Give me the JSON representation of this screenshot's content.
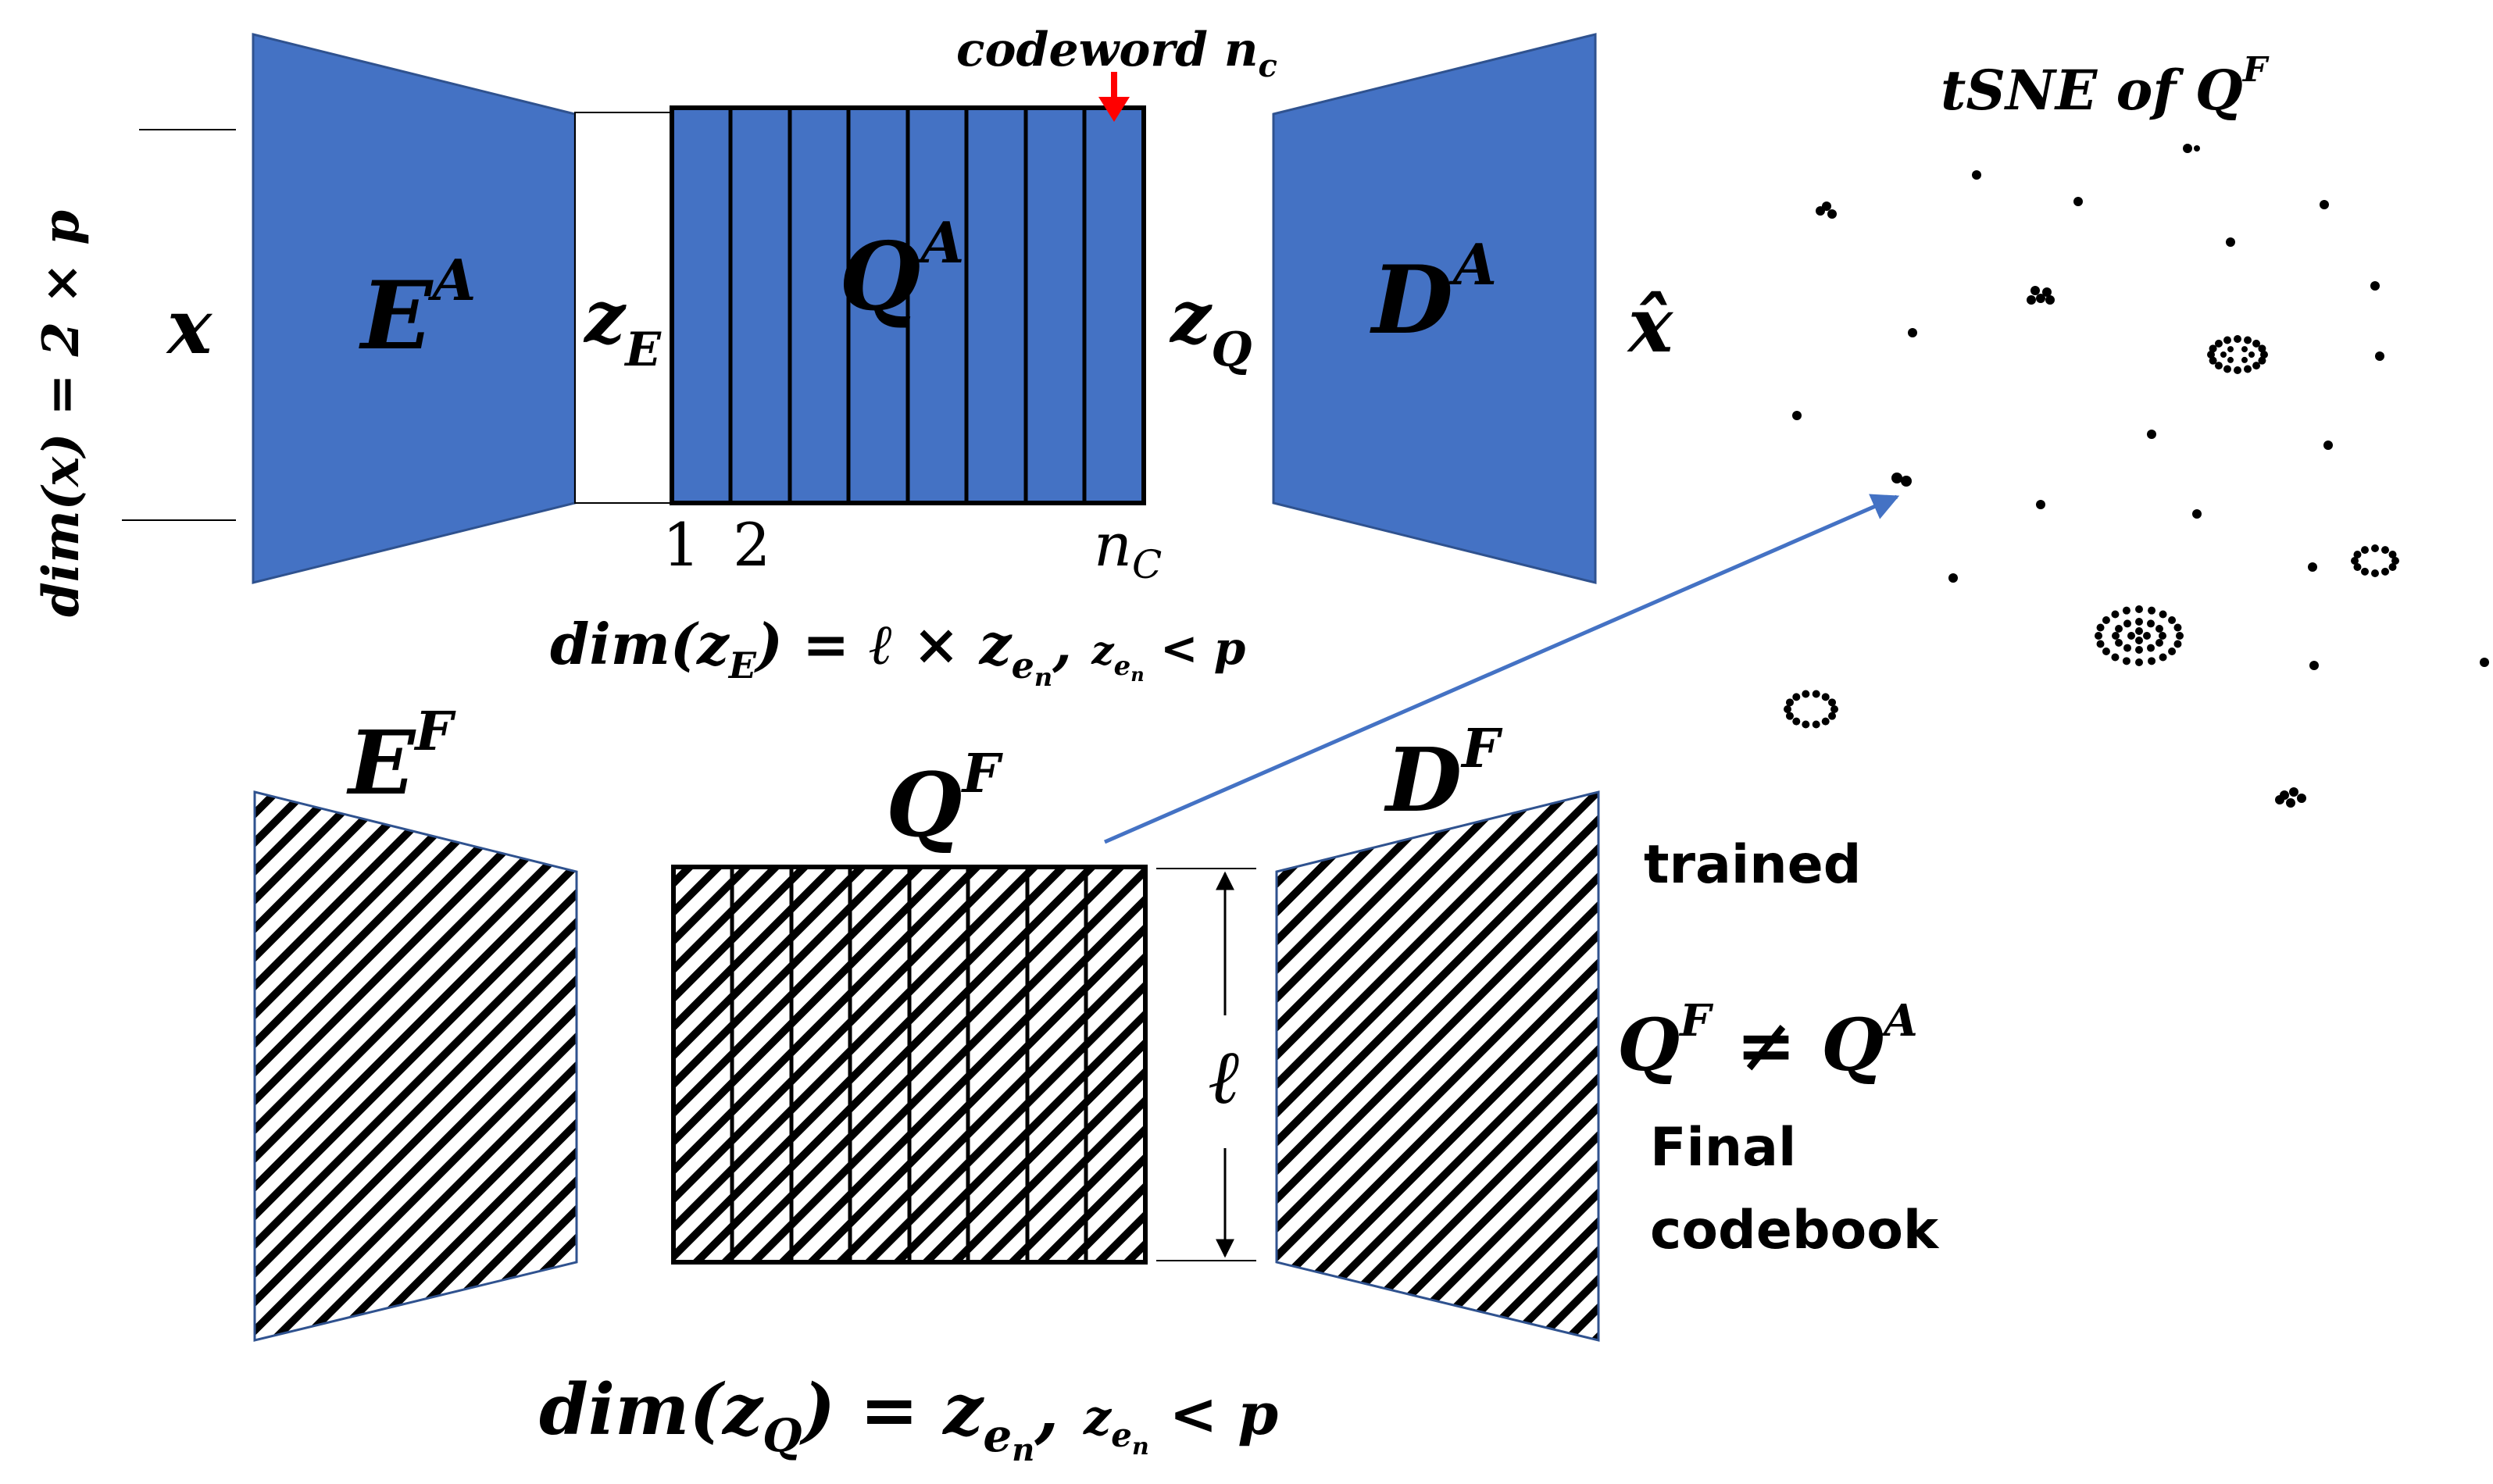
{
  "colors": {
    "block_fill": "#4472c4",
    "block_stroke": "#2f528f",
    "arrow_blue": "#4472c4",
    "marker_red": "#ff0000",
    "ink": "#000000"
  },
  "top": {
    "input": {
      "symbol": "x"
    },
    "input_dim": {
      "prefix": "dim(x) = 2 × ",
      "var": "p"
    },
    "encoder": {
      "base": "E",
      "sup": "A"
    },
    "latent_e": {
      "base": "z",
      "sub": "E"
    },
    "quantizer": {
      "base": "Q",
      "sup": "A"
    },
    "codeword_marker": {
      "label": "codeword ",
      "var": "n",
      "sub": "c"
    },
    "column_labels": {
      "first": "1",
      "second": "2",
      "last_base": "n",
      "last_sub": "C"
    },
    "latent_q": {
      "base": "z",
      "sub": "Q"
    },
    "decoder": {
      "base": "D",
      "sup": "A"
    },
    "output": {
      "symbol": "x̂"
    },
    "latent_dim": {
      "lhs_func": "dim(",
      "lhs_base": "z",
      "lhs_sub": "E",
      "lhs_close": ")",
      "mid": " = ℓ × ",
      "rhs_base": "z",
      "rhs_sub": "e",
      "rhs_subsub": "n",
      "comma": ", ",
      "small_base": "z",
      "small_sub": "e",
      "small_subsub": "n",
      "ineq": " < ",
      "ineq_var": "p"
    }
  },
  "bottom": {
    "encoder": {
      "base": "E",
      "sup": "F"
    },
    "quantizer": {
      "base": "Q",
      "sup": "F"
    },
    "decoder": {
      "base": "D",
      "sup": "F"
    },
    "height_label": "ℓ",
    "legend_trained": "trained",
    "inequality": {
      "left_base": "Q",
      "left_sup": "F",
      "op": " ≠ ",
      "right_base": "Q",
      "right_sup": "A"
    },
    "final_line1": "Final",
    "final_line2": "codebook",
    "quant_dim": {
      "lhs_func": "dim(",
      "lhs_base": "z",
      "lhs_sub": "Q",
      "lhs_close": ")",
      "mid": " = ",
      "rhs_base": "z",
      "rhs_sub": "e",
      "rhs_subsub": "n",
      "comma": ", ",
      "small_base": "z",
      "small_sub": "e",
      "small_subsub": "n",
      "ineq": " < ",
      "ineq_var": "p"
    }
  },
  "tsne": {
    "title": {
      "prefix": "tSNE",
      "mid": " of ",
      "base": "Q",
      "sup": "F"
    }
  }
}
